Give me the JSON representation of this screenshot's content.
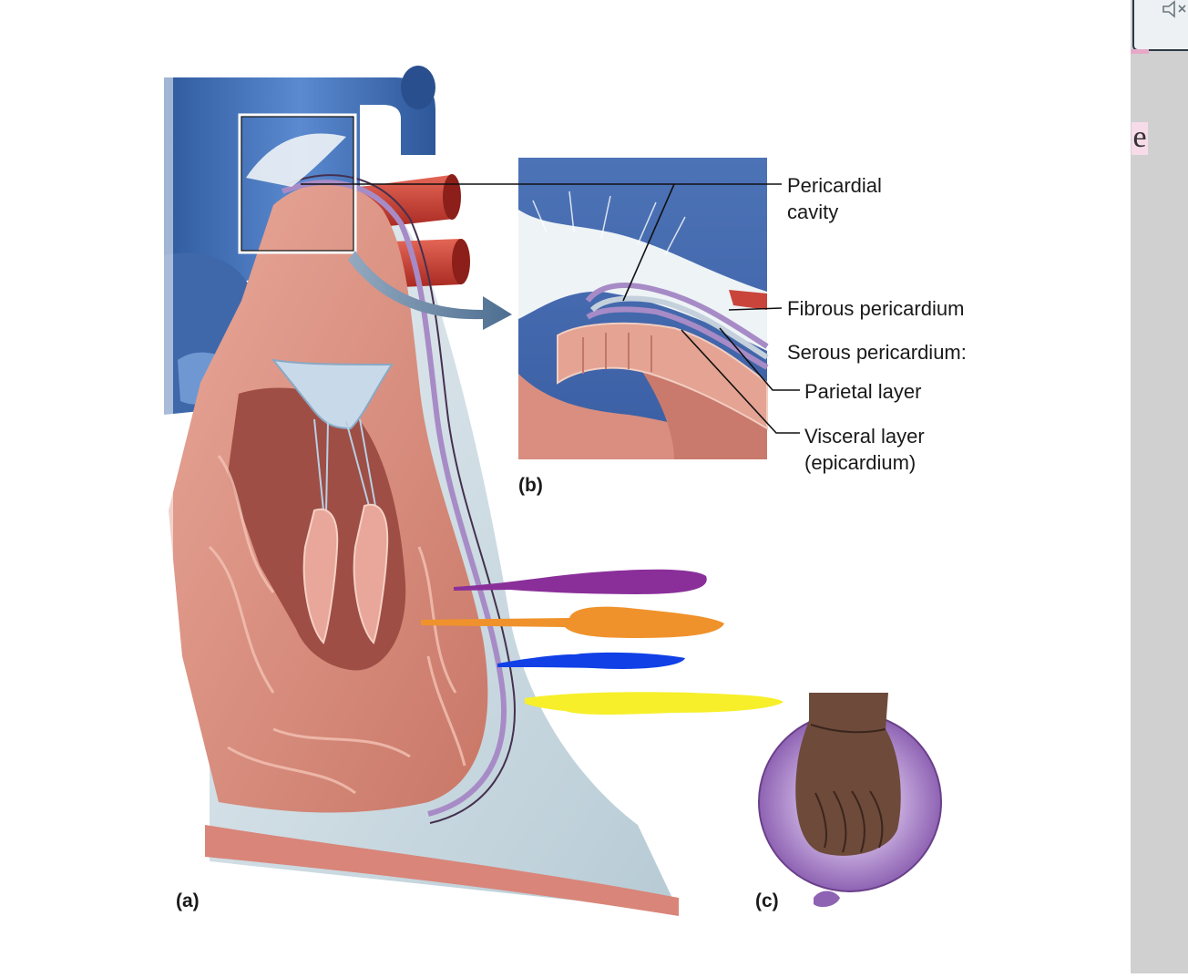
{
  "labels": {
    "pericardial_cavity_1": "Pericardial",
    "pericardial_cavity_2": "cavity",
    "fibrous_pericardium": "Fibrous pericardium",
    "serous_pericardium": "Serous pericardium:",
    "parietal_layer": "Parietal layer",
    "visceral_layer_1": "Visceral layer",
    "visceral_layer_2": "(epicardium)"
  },
  "panels": {
    "a": "(a)",
    "b": "(b)",
    "c": "(c)"
  },
  "side_panel": {
    "letter": "e",
    "icon": "speaker-icon"
  },
  "marker_colors": {
    "purple": "#8a2f9a",
    "orange": "#f0922b",
    "blue": "#1040e6",
    "yellow": "#f7ef2a"
  },
  "palette": {
    "vein_blue": "#4472b8",
    "artery_red": "#d0483c",
    "muscle_pink": "#d98e80",
    "pericardium_purple": "#a78bc6",
    "fibrous_gray": "#c6d6de"
  }
}
